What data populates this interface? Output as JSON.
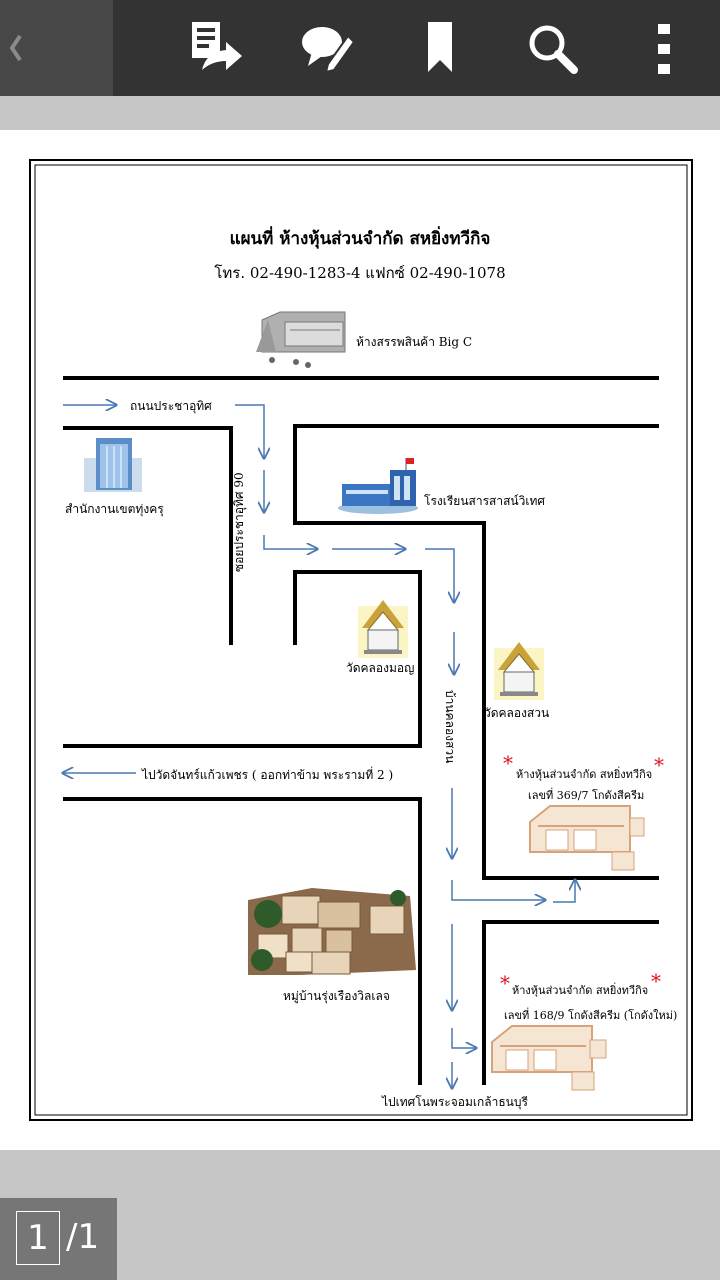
{
  "toolbar": {
    "back_icon": "chevron-left-icon",
    "icons": [
      "export-share-icon",
      "annotate-comment-icon",
      "bookmark-icon",
      "search-icon",
      "overflow-menu-icon"
    ]
  },
  "pager": {
    "current": "1",
    "total": "/1"
  },
  "map": {
    "title": "แผนที่ ห้างหุ้นส่วนจำกัด สหยิ่งทวีกิจ",
    "phone": "โทร. 02-490-1283-4 แฟกซ์ 02-490-1078",
    "labels": {
      "bigc": "ห้างสรรพสินค้า Big C",
      "road1": "ถนนประชาอุทิศ",
      "office": "สำนักงานเขตทุ่งครุ",
      "soi": "ซอยประชาอุทิศ 90",
      "school": "โรงเรียนสารสาสน์วิเทศ",
      "wat1": "วัดคลองมอญ",
      "wat2": "วัดคลองสวน",
      "road2": "บ้านคลองสวน",
      "to_wat": "ไปวัดจันทร์แก้วเพชร ( ออกท่าข้าม พระรามที่ 2 )",
      "warehouse1_name": "ห้างหุ้นส่วนจำกัด สหยิ่งทวีกิจ",
      "warehouse1_addr": "เลขที่ 369/7 โกดังสีครีม",
      "village": "หมู่บ้านรุ่งเรืองวิลเลจ",
      "warehouse2_name": "ห้างหุ้นส่วนจำกัด สหยิ่งทวีกิจ",
      "warehouse2_addr": "เลขที่ 168/9 โกดังสีครีม (โกดังใหม่)",
      "to_temple": "ไปเทศโนพระจอมเกล้าธนบุรี"
    },
    "colors": {
      "arrow": "#4a78b0",
      "road": "#000000",
      "star": "#e0141e"
    }
  }
}
